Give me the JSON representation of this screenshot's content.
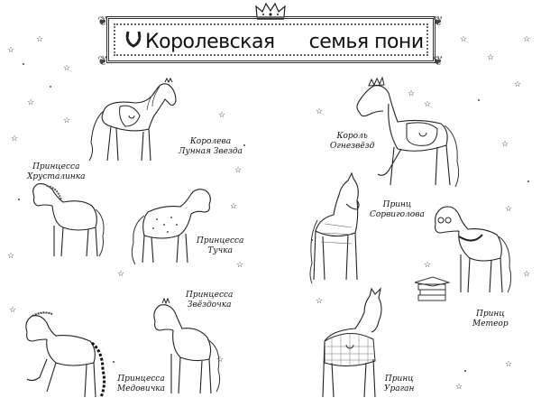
{
  "banner": {
    "title_word1": "Королевская",
    "title_word2": "семья пони",
    "icons": [
      "horseshoe-icon",
      "crown-icon"
    ]
  },
  "ponies": [
    {
      "id": "queen",
      "label_line1": "Королева",
      "label_line2": "Лунная Звезда"
    },
    {
      "id": "crystal",
      "label_line1": "Принцесса",
      "label_line2": "Хрусталинка"
    },
    {
      "id": "cloud",
      "label_line1": "Принцесса",
      "label_line2": "Тучка"
    },
    {
      "id": "starlet",
      "label_line1": "Принцесса",
      "label_line2": "Звёздочка"
    },
    {
      "id": "honey",
      "label_line1": "Принцесса",
      "label_line2": "Медовичка"
    },
    {
      "id": "king",
      "label_line1": "Король",
      "label_line2": "Огнезвёзд"
    },
    {
      "id": "daredevil",
      "label_line1": "Принц",
      "label_line2": "Сорвиголова"
    },
    {
      "id": "meteor",
      "label_line1": "Принц",
      "label_line2": "Метеор"
    },
    {
      "id": "hurricane",
      "label_line1": "Принц",
      "label_line2": "Ураган"
    }
  ],
  "decor": {
    "star_glyph": "☆",
    "colors": {
      "ink": "#1a1a1a",
      "paper": "#ffffff"
    }
  }
}
